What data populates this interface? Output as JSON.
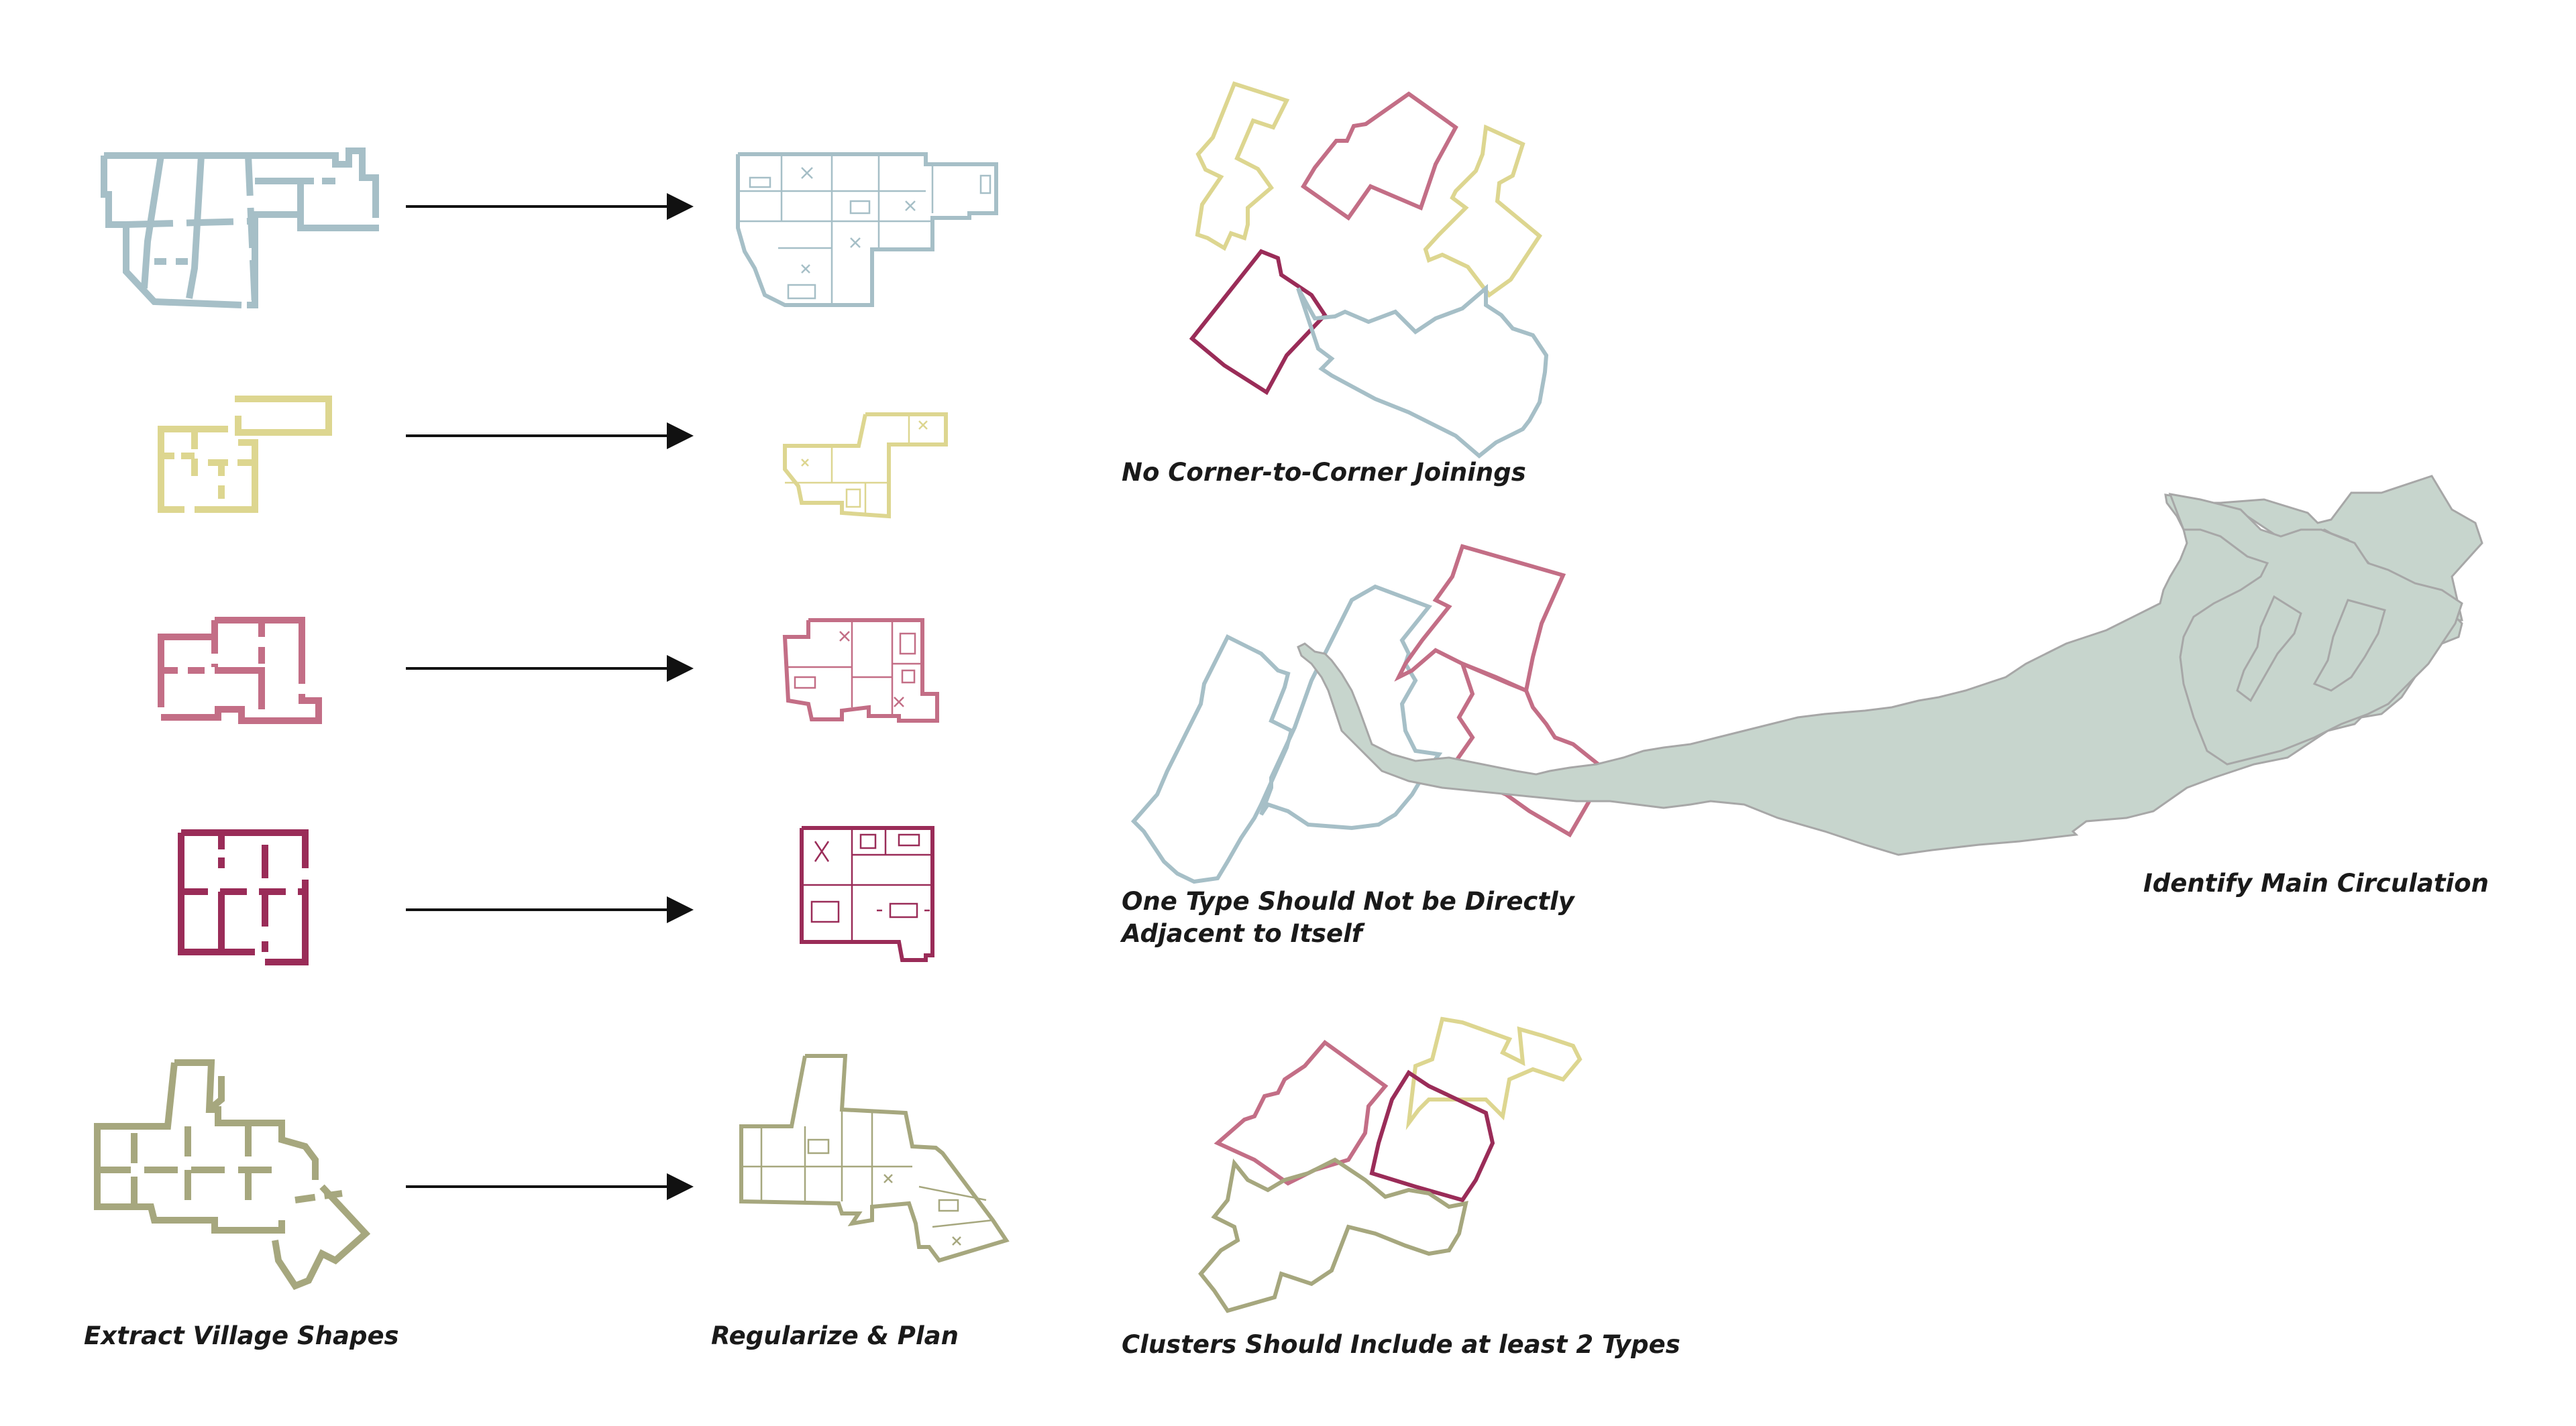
{
  "colors": {
    "blue": "#a6bfc7",
    "yellow": "#ddd690",
    "rose": "#c36e86",
    "crimson": "#9a2c58",
    "olive": "#a6a77e",
    "circulation": "#c7d5cd",
    "arrow": "#111111"
  },
  "captions": {
    "extract": "Extract Village Shapes",
    "regularize": "Regularize & Plan",
    "rule_corner": "No Corner-to-Corner Joinings",
    "rule_adjacent_1": "One Type Should Not be Directly",
    "rule_adjacent_2": "Adjacent to Itself",
    "rule_cluster": "Clusters Should Include at least 2 Types",
    "circulation": "Identify Main Circulation"
  }
}
